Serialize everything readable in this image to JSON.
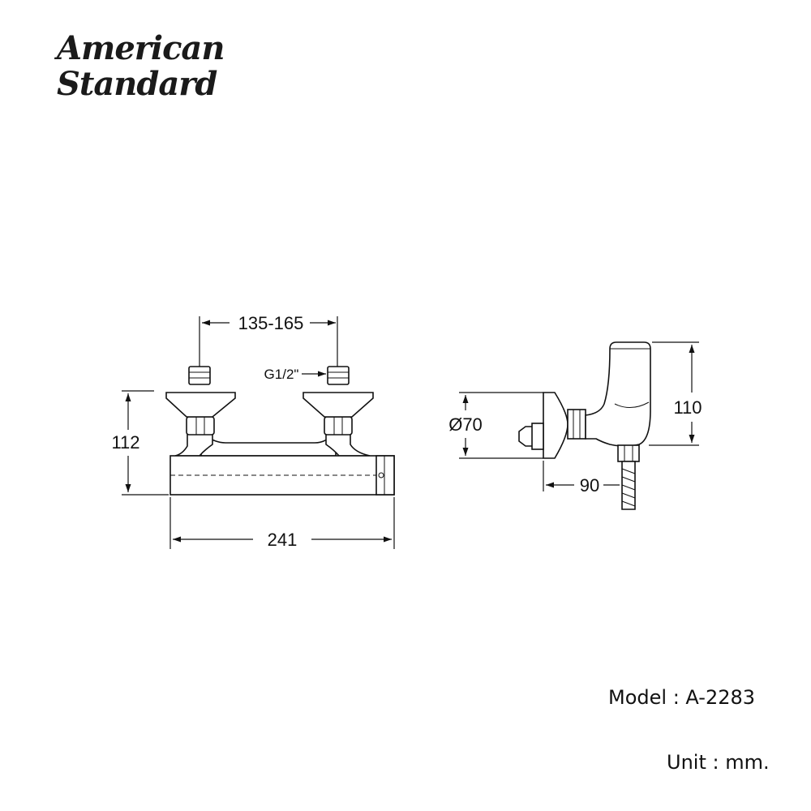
{
  "brand": {
    "line1": "American",
    "line2": "Standard"
  },
  "dimensions": {
    "center_distance": "135-165",
    "thread": "G1/2\"",
    "height_front": "112",
    "length": "241",
    "diameter": "Ø70",
    "height_side": "110",
    "depth": "90"
  },
  "model_label": "Model : A-2283",
  "unit_label": "Unit : mm."
}
